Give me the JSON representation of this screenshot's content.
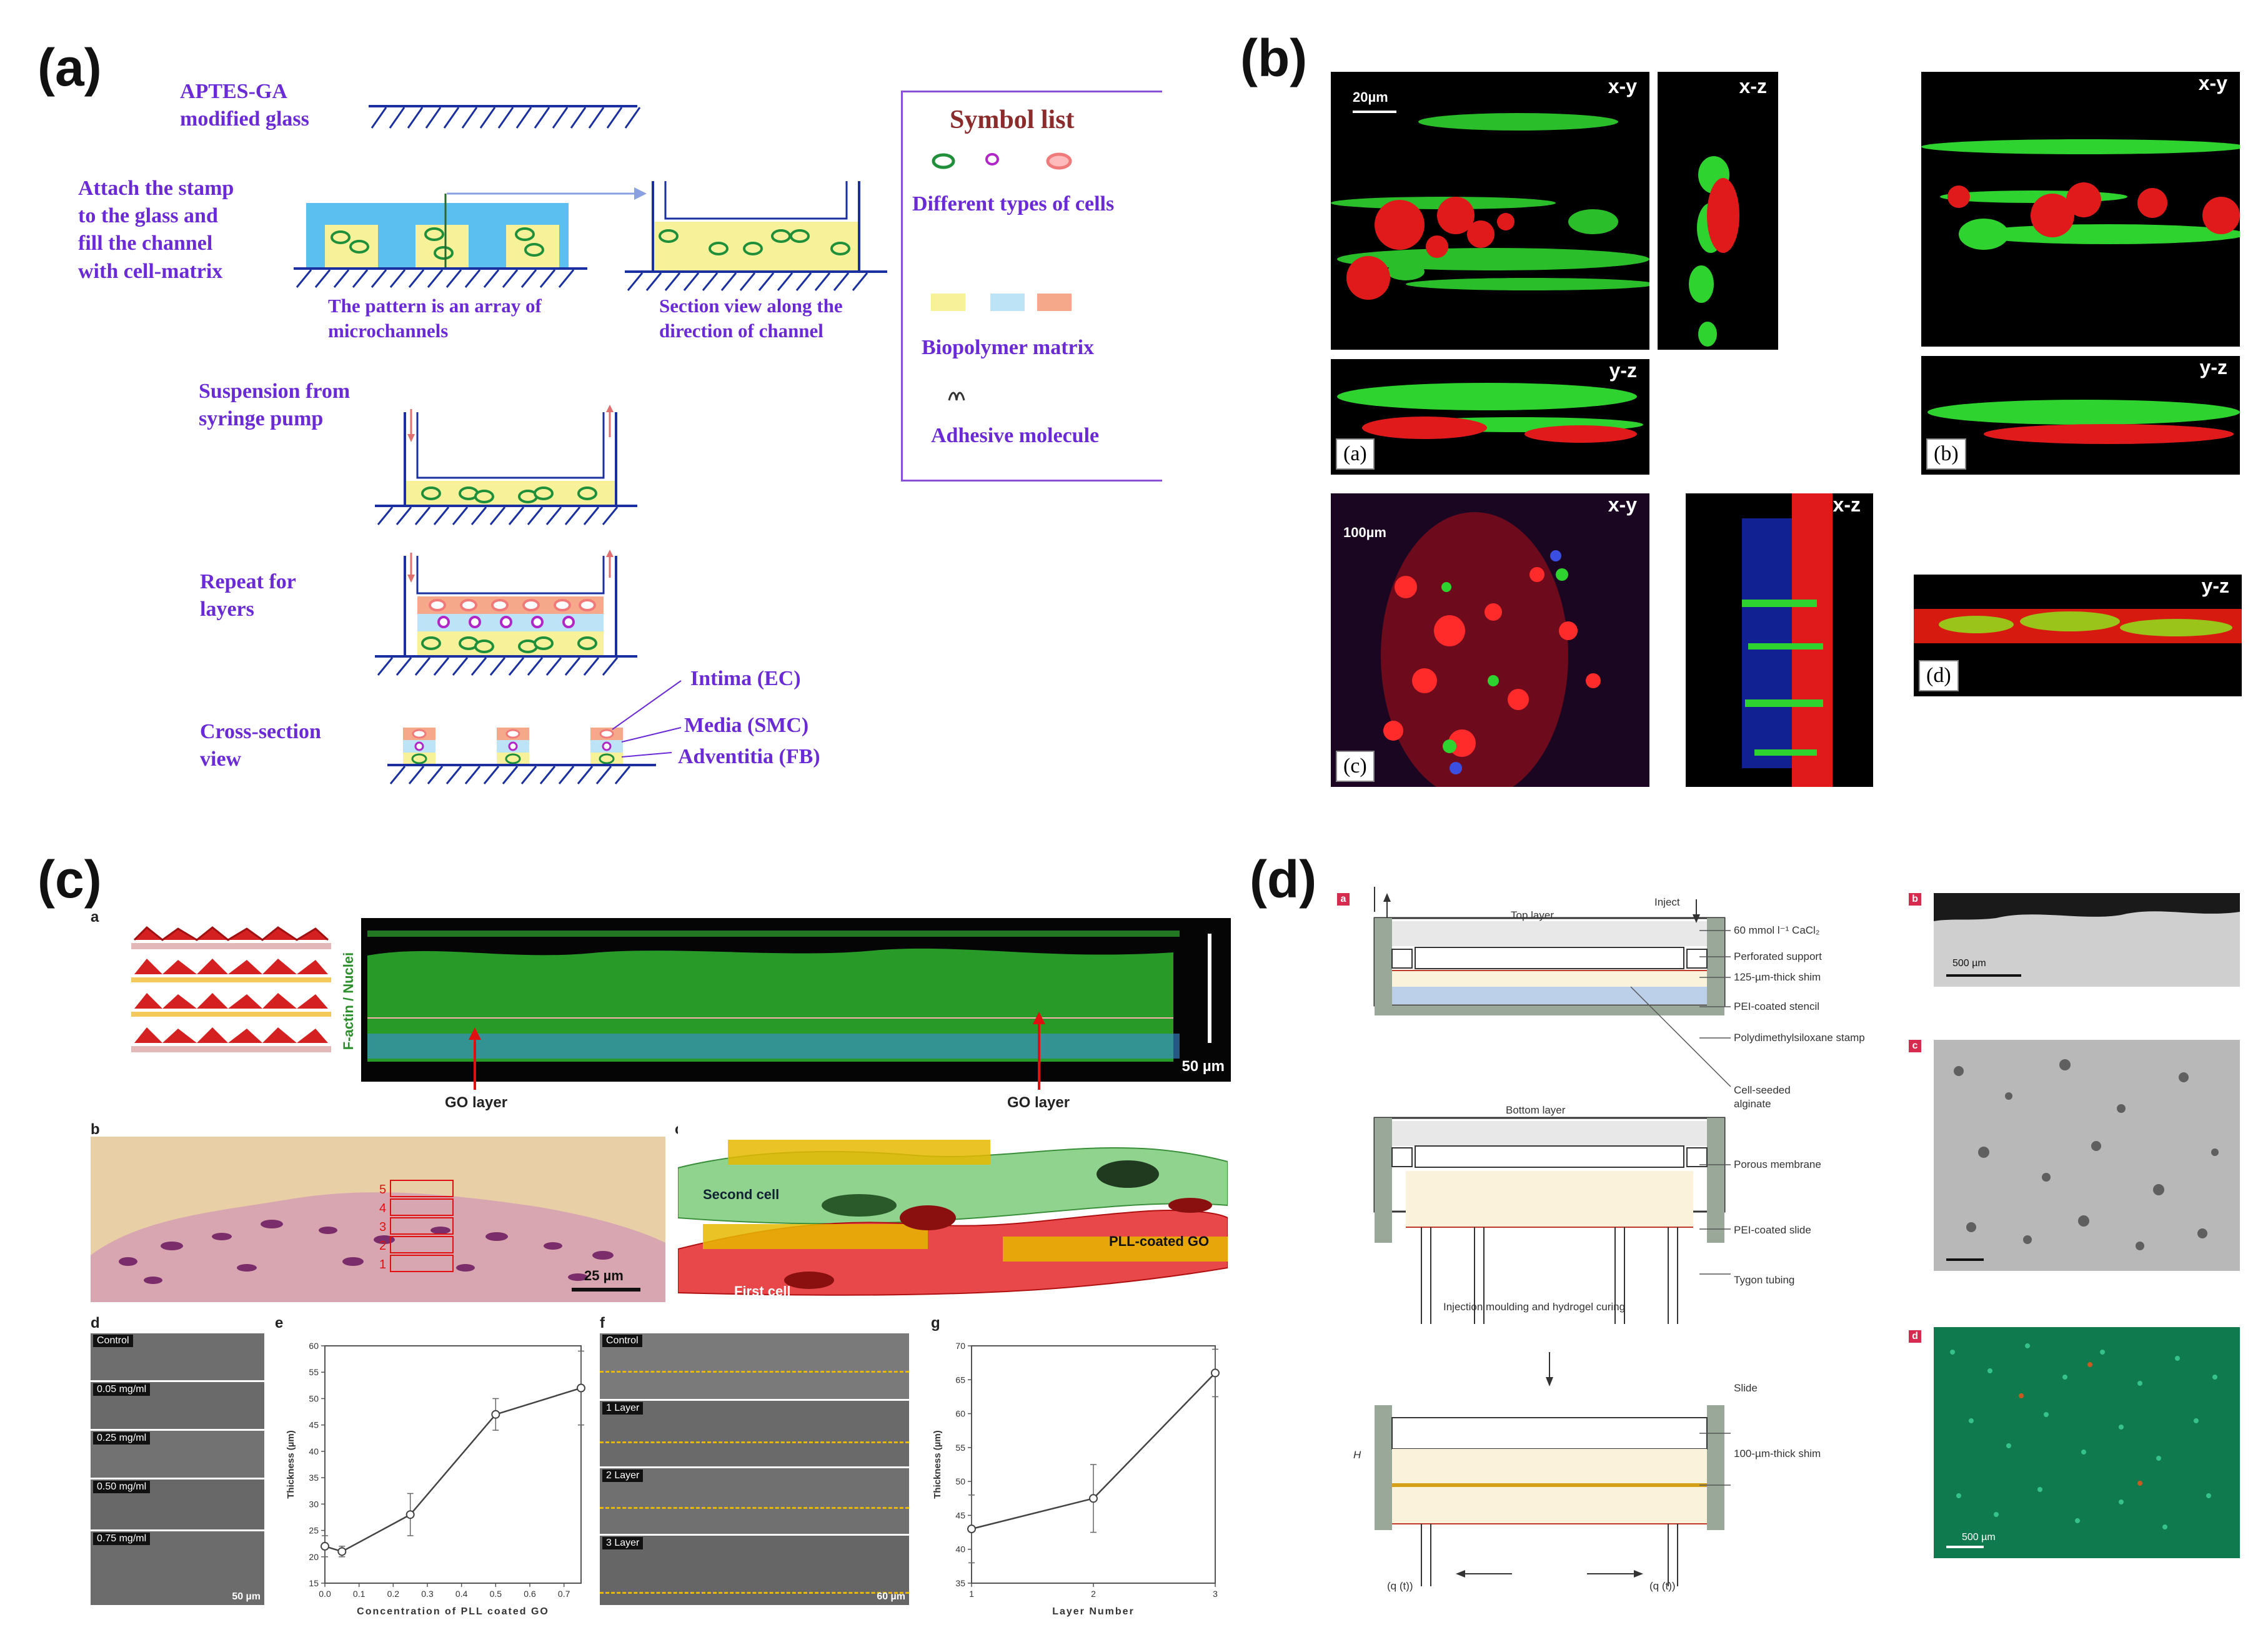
{
  "panel_a": {
    "letter": "(a)",
    "step1_label": [
      "APTES-GA",
      "modified glass"
    ],
    "step2_label": [
      "Attach the stamp",
      "to the glass and",
      "fill the channel",
      "with cell-matrix"
    ],
    "pattern_caption": [
      "The pattern is an array of",
      "microchannels"
    ],
    "section_caption": [
      "Section view along the",
      "direction of channel"
    ],
    "step3_label": [
      "Suspension from",
      "syringe pump"
    ],
    "step4_label": [
      "Repeat for",
      "layers"
    ],
    "step5_label": [
      "Cross-section",
      "view"
    ],
    "layer_labels": [
      "Intima (EC)",
      "Media  (SMC)",
      "Adventitia  (FB)"
    ],
    "symbol_list_title": "Symbol list",
    "symbol_cells": "Different types of cells",
    "symbol_matrix": "Biopolymer matrix",
    "symbol_adhesive": "Adhesive molecule",
    "colors": {
      "text": "#6a2bd6",
      "title": "#8b2b2b",
      "water": "#5bc0f0",
      "matrix": "#f7f19a",
      "cell_green": "#1f8f3a",
      "cell_pink": "#f07a7a",
      "cell_purple": "#b026c7"
    }
  },
  "panel_b": {
    "letter": "(b)",
    "views": {
      "xy": "x-y",
      "xz": "x-z",
      "yz": "y-z"
    },
    "scale_20": "20µm",
    "scale_100": "100µm",
    "sub_a": "(a)",
    "sub_b": "(b)",
    "sub_c": "(c)",
    "sub_d": "(d)"
  },
  "panel_c": {
    "letter": "(c)",
    "a_letter": "a",
    "b_letter": "b",
    "c_letter": "c",
    "d_letter": "d",
    "e_letter": "e",
    "f_letter": "f",
    "g_letter": "g",
    "stain_label": "F-actin / Nuclei",
    "scale_50um": "50 µm",
    "go_layer": "GO layer",
    "scale_25um": "25 µm",
    "layer_numbers": [
      "5",
      "4",
      "3",
      "2",
      "1"
    ],
    "schematic_labels": {
      "second": "Second cell",
      "first": "First cell",
      "pll": "PLL-coated GO"
    },
    "sem_concentrations": [
      "Control",
      "0.05 mg/ml",
      "0.25 mg/ml",
      "0.50 mg/ml",
      "0.75 mg/ml"
    ],
    "sem_layers": [
      "Control",
      "1 Layer",
      "2 Layer",
      "3 Layer"
    ],
    "sem_scale": "50 µm",
    "sem_scale_f": "60 µm"
  },
  "chart_data": [
    {
      "type": "line",
      "xlabel": "Concentration of PLL coated GO",
      "ylabel": "Thickness (µm)",
      "x": [
        0.0,
        0.05,
        0.25,
        0.5,
        0.75
      ],
      "values": [
        22,
        21,
        28,
        47,
        52
      ],
      "errors": [
        2,
        1,
        4,
        3,
        7
      ],
      "xlim": [
        0.0,
        0.75
      ],
      "ylim": [
        15,
        60
      ],
      "xticks": [
        "0.0",
        "0.1",
        "0.2",
        "0.3",
        "0.4",
        "0.5",
        "0.6",
        "0.7"
      ],
      "yticks": [
        "15",
        "20",
        "25",
        "30",
        "35",
        "40",
        "45",
        "50",
        "55",
        "60"
      ]
    },
    {
      "type": "line",
      "xlabel": "Layer Number",
      "ylabel": "Thickness (µm)",
      "x": [
        1,
        2,
        3
      ],
      "values": [
        43,
        47.5,
        66
      ],
      "errors": [
        5,
        5,
        3.5
      ],
      "xlim": [
        1,
        3
      ],
      "ylim": [
        35,
        70
      ],
      "xticks": [
        "1",
        "2",
        "3"
      ],
      "yticks": [
        "35",
        "40",
        "45",
        "50",
        "55",
        "60",
        "65",
        "70"
      ]
    }
  ],
  "panel_d": {
    "letter": "(d)",
    "a_letter": "a",
    "b_letter": "b",
    "c_letter": "c",
    "d_letter": "d",
    "top_layer": "Top layer",
    "bottom_layer": "Bottom layer",
    "inject": "Inject",
    "labels_top": [
      "60 mmol l⁻¹ CaCl₂",
      "Perforated support",
      "125-µm-thick shim",
      "PEI-coated stencil",
      "Polydimethylsiloxane stamp"
    ],
    "labels_mid": [
      "Cell-seeded",
      "alginate",
      "Porous membrane",
      "PEI-coated slide",
      "Tygon tubing"
    ],
    "injection_caption": "Injection moulding and hydrogel curing",
    "labels_bottom": [
      "Slide",
      "100-µm-thick shim"
    ],
    "h_label": "H",
    "flow_label": "(q (t))",
    "scale_500": "500 µm"
  }
}
